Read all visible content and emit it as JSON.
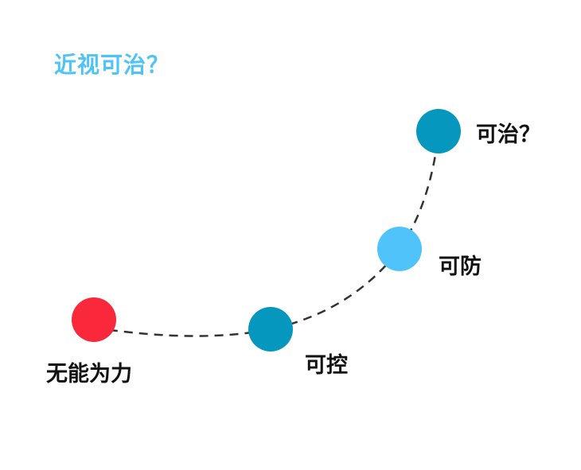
{
  "title": "近视可治？",
  "colors": {
    "title": "#4ec3f7",
    "dash": "#333333",
    "red": "#f9283a",
    "teal": "#0597bd",
    "light_blue": "#50c4fa"
  },
  "stages": [
    {
      "label": "无能为力",
      "color": "#f9283a"
    },
    {
      "label": "可控",
      "color": "#0597bd"
    },
    {
      "label": "可防",
      "color": "#50c4fa"
    },
    {
      "label": "可治？",
      "color": "#0597bd"
    }
  ]
}
